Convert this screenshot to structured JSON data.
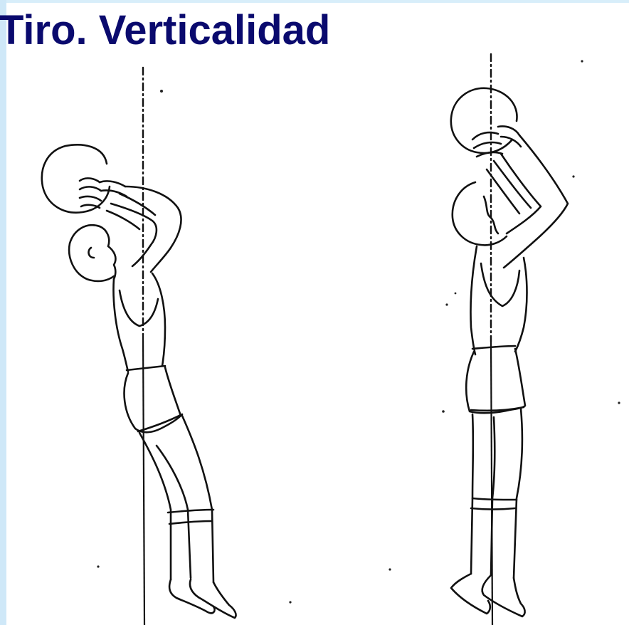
{
  "slide": {
    "title": "Tiro. Verticalidad",
    "title_color": "#0a0a6e",
    "accent_color": "#cfe8f8"
  },
  "figures": [
    {
      "pose": "jump-shot-leaning"
    },
    {
      "pose": "jump-shot-vertical"
    }
  ]
}
